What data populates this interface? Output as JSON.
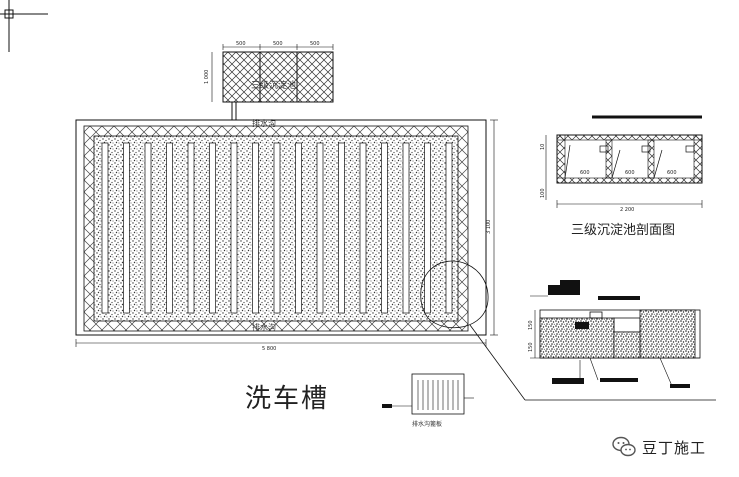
{
  "title_main": "洗车槽",
  "title_section": "三级沉淀池剖面图",
  "labels": {
    "tank": "三级沉淀池",
    "trench_top": "排水沟",
    "trench_bottom": "排水沟",
    "grate": "排水沟篦板"
  },
  "dims": {
    "tank_top_1": "500",
    "tank_top_2": "500",
    "tank_top_3": "500",
    "tank_height": "1 000",
    "overall_width": "5 800",
    "overall_height": "3 100",
    "section_width": "2 200",
    "section_sub_1": "600",
    "section_sub_2": "600",
    "section_sub_3": "600",
    "section_h1": "10",
    "section_h2": "100",
    "detail_dim_a": "150",
    "detail_dim_b": "150"
  },
  "watermark": {
    "icon": "wechat-icon",
    "text": "豆丁施工"
  },
  "colors": {
    "line": "#111111",
    "hatch": "#333333",
    "speckle": "#3a3a3a"
  }
}
